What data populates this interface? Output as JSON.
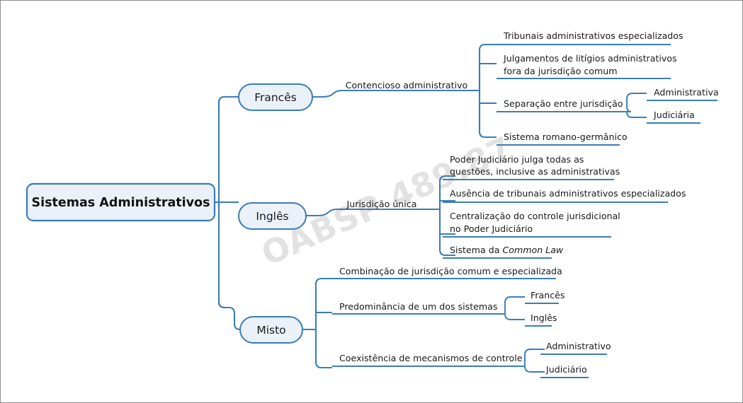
{
  "page": {
    "title": "Sistemas Administrativos",
    "watermark": "OABSP 489.87",
    "colors": {
      "line": "#3b7cb8",
      "node_fill": "#eaf1f9",
      "node_border": "#3b7cb8",
      "text": "#1a1a1a",
      "page_border": "#8d8d8d",
      "background": "#ffffff"
    }
  },
  "root": {
    "label": "Sistemas Administrativos"
  },
  "branches": [
    {
      "id": "frances",
      "label": "Francês",
      "edge_label": "Contencioso administrativo",
      "leaves": [
        {
          "lines": [
            "Tribunais administrativos especializados"
          ]
        },
        {
          "lines": [
            "Julgamentos de litígios administrativos",
            "fora da jurisdição comum"
          ]
        },
        {
          "lines": [
            "Separação entre jurisdição"
          ],
          "children": [
            "Administrativa",
            "Judiciária"
          ]
        },
        {
          "lines": [
            "Sistema romano-germânico"
          ]
        }
      ]
    },
    {
      "id": "ingles",
      "label": "Inglês",
      "edge_label": "Jurisdição única",
      "leaves": [
        {
          "lines": [
            "Poder Judiciário julga todas as",
            "questões, inclusive as administrativas"
          ]
        },
        {
          "lines": [
            "Ausência de tribunais administrativos especializados"
          ]
        },
        {
          "lines": [
            "Centralização do controle jurisdicional",
            "no Poder Judiciário"
          ]
        },
        {
          "lines": [
            "Sistema da ",
            "Common Law"
          ],
          "italic_tail": true
        }
      ]
    },
    {
      "id": "misto",
      "label": "Misto",
      "edge_label": "",
      "leaves": [
        {
          "lines": [
            "Combinação de jurisdição comum e especializada"
          ]
        },
        {
          "lines": [
            "Predominância de um dos sistemas"
          ],
          "children": [
            "Francês",
            "Inglês"
          ]
        },
        {
          "lines": [
            "Coexistência de mecanismos de controle"
          ],
          "children": [
            "Administrativo",
            "Judiciário"
          ]
        }
      ]
    }
  ]
}
